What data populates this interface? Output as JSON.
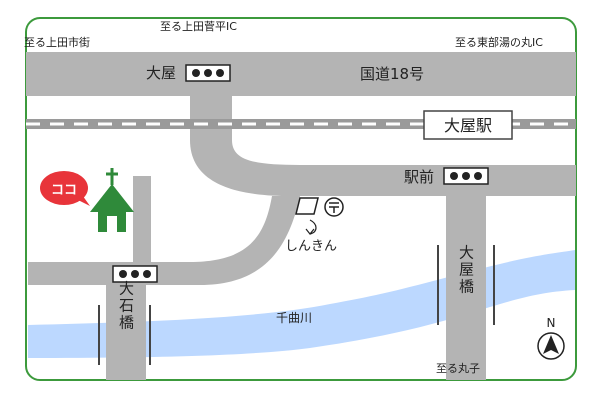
{
  "colors": {
    "frame": "#3c9a3c",
    "road": "#b4b4b4",
    "rail": "#9a9a9a",
    "river": "#bcd8ff",
    "church": "#2f8a3a",
    "bubble": "#e8343a",
    "text": "#222222"
  },
  "labels": {
    "to_kamidacity_street": "至る上田市街",
    "to_ueda_ic": "至る上田菅平IC",
    "to_tobu_ic": "至る東部湯の丸IC",
    "oya_signal": "大屋",
    "route18": "国道18号",
    "oya_station": "大屋駅",
    "ekimae": "駅前",
    "shinkin": "しんきん",
    "oya_bridge": "大屋橋",
    "oishi_bridge": "大石橋",
    "chikuma_river": "千曲川",
    "to_maruko": "至る丸子",
    "here": "ココ",
    "north": "N"
  },
  "icons": {
    "traffic_signal": "traffic-signal-icon",
    "church": "church-icon",
    "bank": "bank-icon",
    "post_office": "post-office-icon",
    "compass": "north-compass-icon"
  }
}
